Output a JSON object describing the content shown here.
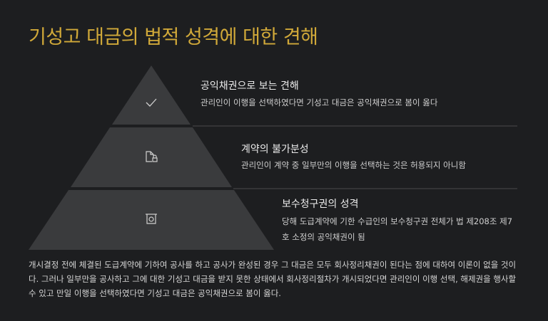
{
  "title": "기성고 대금의 법적 성격에 대한 견해",
  "levels": [
    {
      "icon": "check-icon",
      "heading": "공익채권으로 보는 견해",
      "description": "관리인이 이행을 선택하였다면 기성고 대금은 공익채권으로 봄이 옳다"
    },
    {
      "icon": "document-lock-icon",
      "heading": "계약의 불가분성",
      "description": "관리인이 계약 중 일부만의 이행을 선택하는 것은 허용되지 아니함"
    },
    {
      "icon": "money-icon",
      "heading": "보수청구권의 성격",
      "description": "당해 도급계약에 기한 수급인의 보수청구권 전체가 법 제208조 제7호 소정의 공익채권이 됨"
    }
  ],
  "paragraph": "개시결정 전에 체결된 도급계약에 기하여 공사를 하고 공사가 완성된 경우 그 대금은 모두 회사정리채권이 된다는 점에 대하여 이론이 없을 것이다. 그러나 일부만을 공사하고 그에 대한 기성고 대금을 받지 못한 상태에서 회사정리절차가 개시되었다면 관리인이 이행 선택, 해제권을 행사할 수 있고 만일 이행을 선택하였다면 기성고 대금은 공익채권으로 봄이 옳다.",
  "colors": {
    "accent": "#d1a939",
    "background": "#1d1e20",
    "pyramid": "#3a3b3d"
  }
}
